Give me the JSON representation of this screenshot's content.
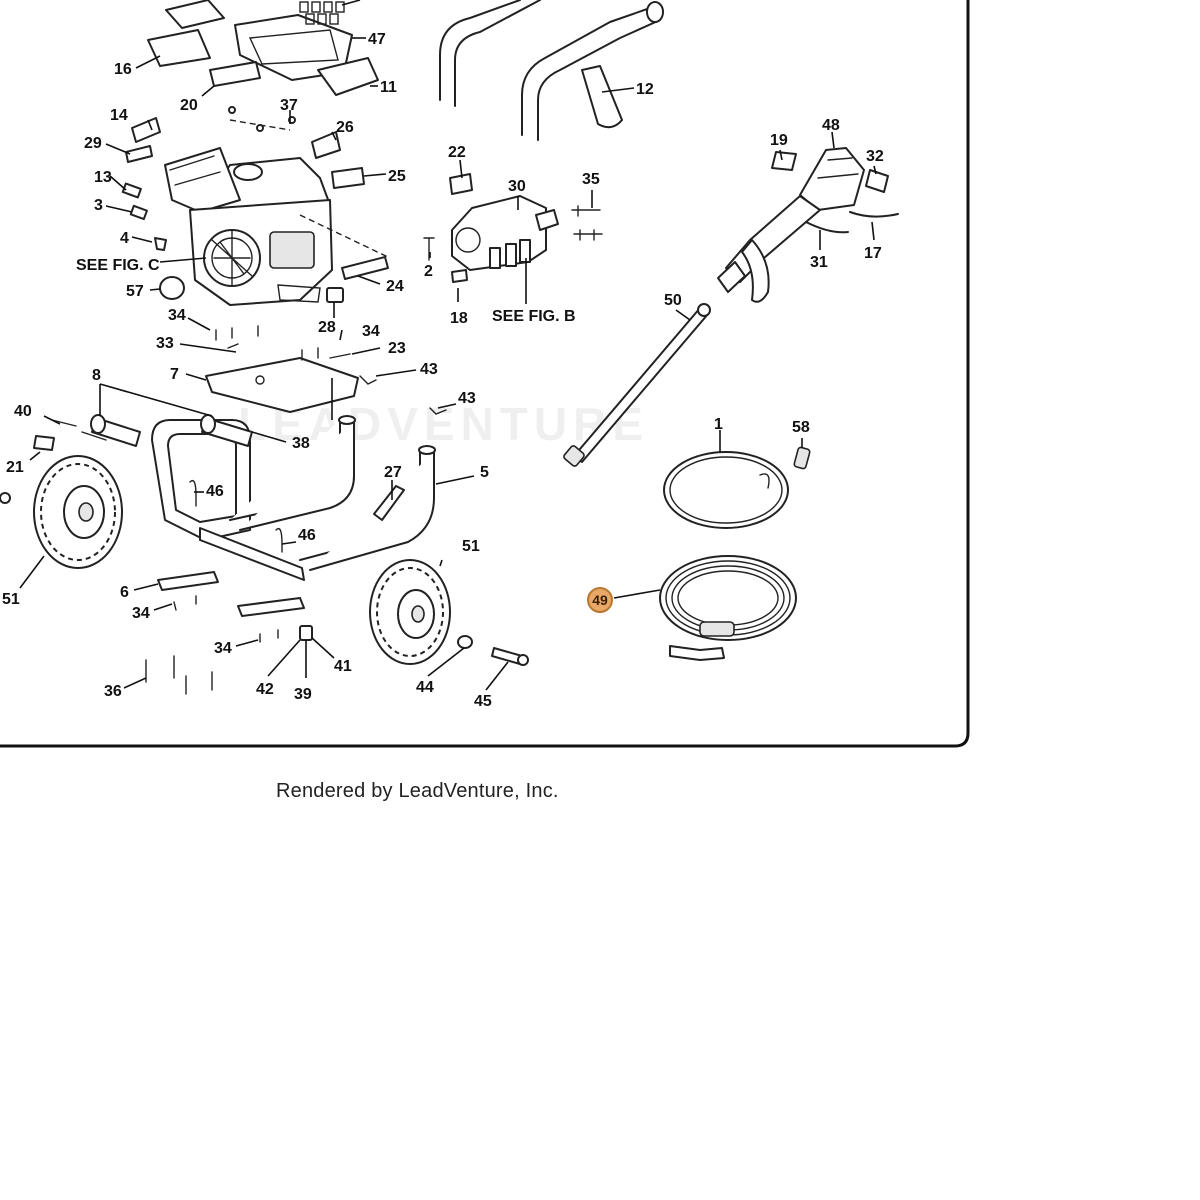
{
  "diagram": {
    "callouts": {
      "c1": "1",
      "c2": "2",
      "c3": "3",
      "c4": "4",
      "c5": "5",
      "c6": "6",
      "c7": "7",
      "c8": "8",
      "c11": "11",
      "c12": "12",
      "c13": "13",
      "c14": "14",
      "c16": "16",
      "c17": "17",
      "c18": "18",
      "c19": "19",
      "c20": "20",
      "c21": "21",
      "c22": "22",
      "c23": "23",
      "c24": "24",
      "c25": "25",
      "c26": "26",
      "c27": "27",
      "c28": "28",
      "c29": "29",
      "c30": "30",
      "c31": "31",
      "c32": "32",
      "c33": "33",
      "c34a": "34",
      "c34b": "34",
      "c34c": "34",
      "c34d": "34",
      "c35": "35",
      "c36": "36",
      "c37": "37",
      "c38": "38",
      "c39": "39",
      "c40": "40",
      "c41": "41",
      "c42": "42",
      "c43a": "43",
      "c43b": "43",
      "c44": "44",
      "c45": "45",
      "c46a": "46",
      "c46b": "46",
      "c47": "47",
      "c48": "48",
      "c50": "50",
      "c51a": "51",
      "c51b": "51",
      "c57": "57",
      "c58": "58"
    },
    "references": {
      "see_fig_c": "SEE FIG. C",
      "see_fig_b": "SEE FIG. B"
    },
    "highlighted_callout": "49",
    "highlight_color": "#e9a868",
    "watermark": "LEADVENTURE"
  },
  "footer": {
    "credit": "Rendered by LeadVenture, Inc."
  }
}
